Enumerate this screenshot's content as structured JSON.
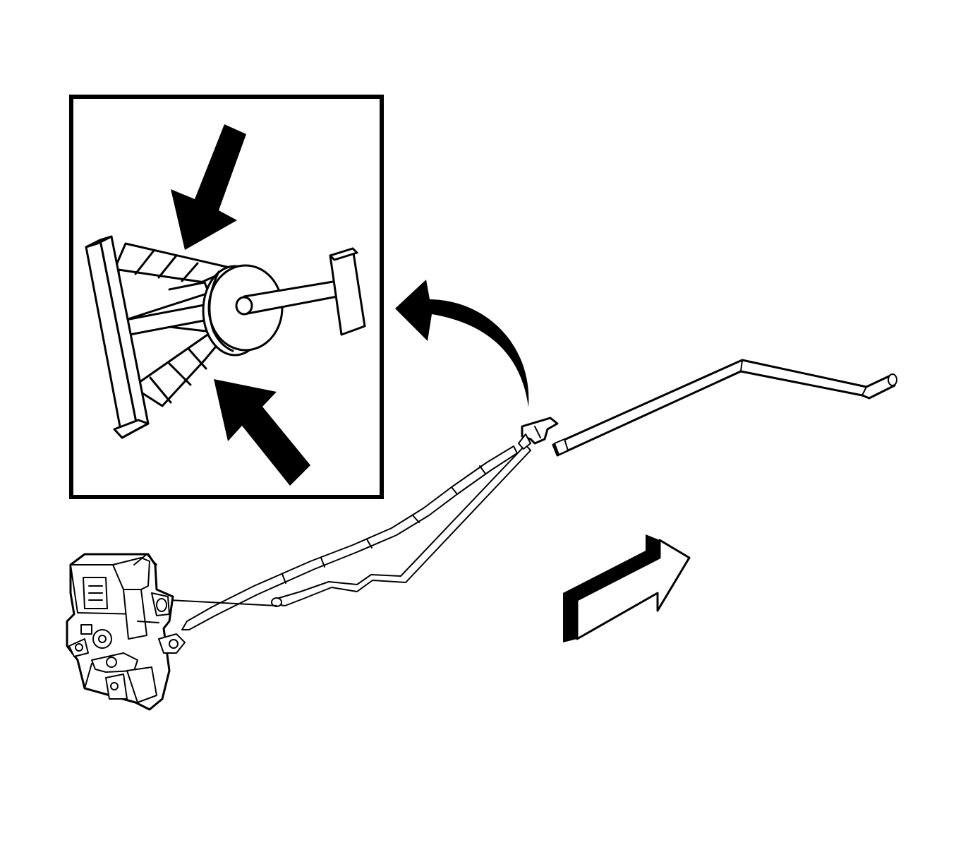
{
  "figure": {
    "kind": "line-art service illustration",
    "colors": {
      "ink": "#000000",
      "paper": "#ffffff"
    },
    "parts": {
      "detail_inset": "inset-detail-view",
      "callout_arrow": "curved-callout-arrow",
      "latch": "door-latch-assembly",
      "rod": "lock-rod",
      "clip": "rod-clip",
      "cable": "release-cable",
      "direction_arrow": "direction-arrow"
    }
  }
}
